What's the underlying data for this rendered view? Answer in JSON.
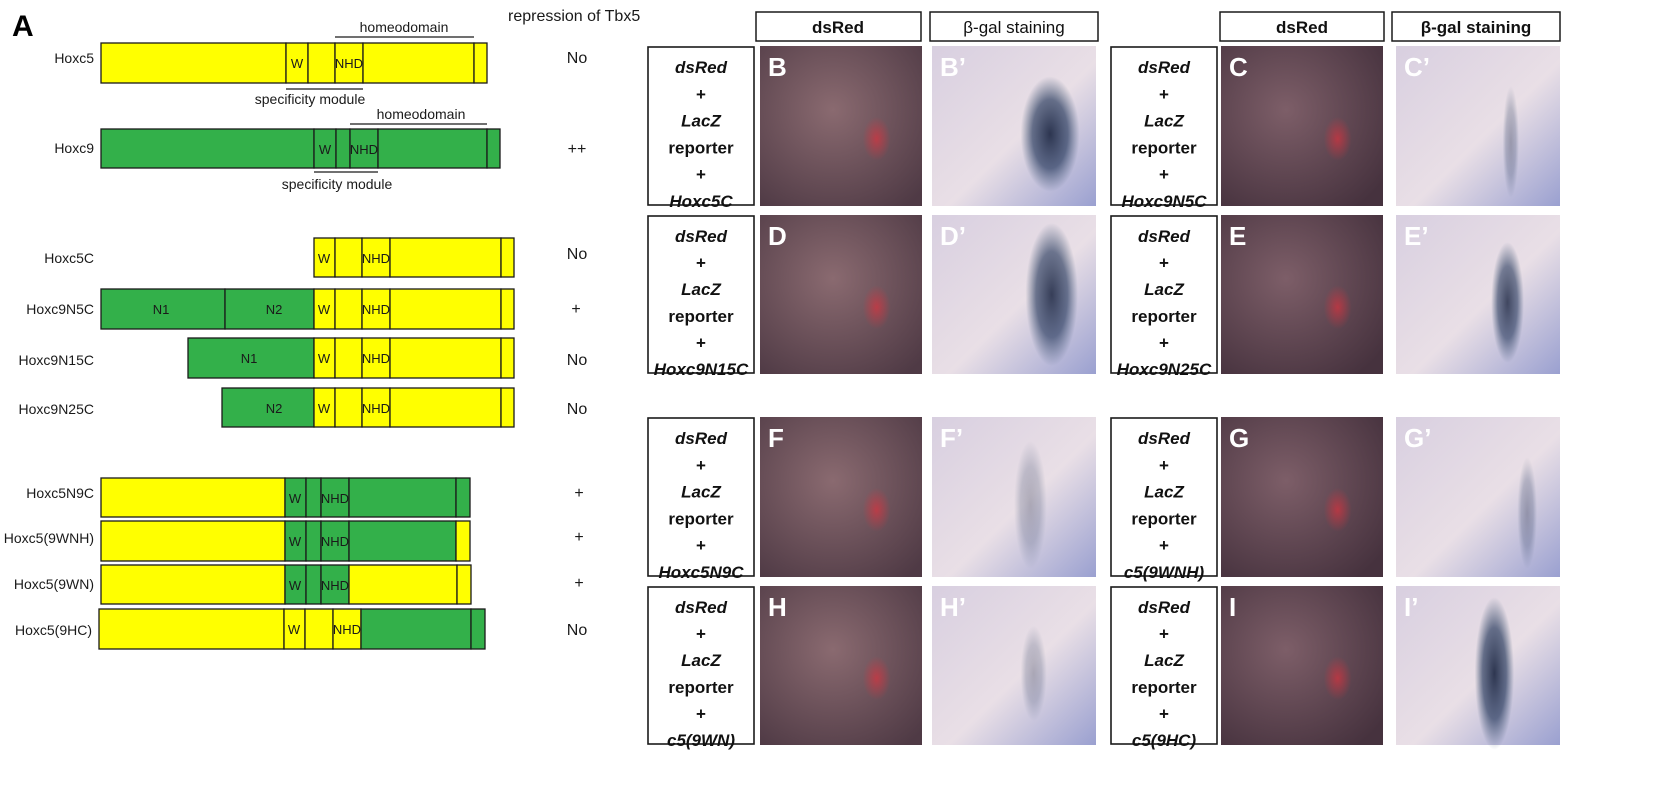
{
  "panel_a": {
    "letter": "A",
    "repression_header": "repression of Tbx5",
    "annotations": {
      "homeodomain": "homeodomain",
      "specificity_module": "specificity module"
    },
    "segment_labels": {
      "w": "W",
      "nhd": "NHD",
      "n1": "N1",
      "n2": "N2"
    },
    "constructs": [
      {
        "id": "Hoxc5",
        "label": "Hoxc5",
        "repression": "No"
      },
      {
        "id": "Hoxc9",
        "label": "Hoxc9",
        "repression": "++"
      },
      {
        "id": "Hoxc5C",
        "label": "Hoxc5C",
        "repression": "No"
      },
      {
        "id": "Hoxc9N5C",
        "label": "Hoxc9N5C",
        "repression": "+"
      },
      {
        "id": "Hoxc9N15C",
        "label": "Hoxc9N15C",
        "repression": "No"
      },
      {
        "id": "Hoxc9N25C",
        "label": "Hoxc9N25C",
        "repression": "No"
      },
      {
        "id": "Hoxc5N9C",
        "label": "Hoxc5N9C",
        "repression": "+"
      },
      {
        "id": "Hoxc5_9WNH",
        "label": "Hoxc5(9WNH)",
        "repression": "+"
      },
      {
        "id": "Hoxc5_9WN",
        "label": "Hoxc5(9WN)",
        "repression": "+"
      },
      {
        "id": "Hoxc5_9HC",
        "label": "Hoxc5(9HC)",
        "repression": "No"
      }
    ],
    "colors": {
      "hoxc5": "#ffff00",
      "hoxc9": "#33b04a"
    }
  },
  "panels_right": {
    "column_headers": {
      "dsred": "dsRed",
      "bgal": "β-gal staining"
    },
    "condition_lines": {
      "dsred": "dsRed",
      "plus": "+",
      "lacz": "LacZ",
      "reporter": "reporter"
    },
    "panels": [
      {
        "dsred_letter": "B",
        "bgal_letter": "B’",
        "construct": "Hoxc5C"
      },
      {
        "dsred_letter": "C",
        "bgal_letter": "C’",
        "construct": "Hoxc9N5C"
      },
      {
        "dsred_letter": "D",
        "bgal_letter": "D’",
        "construct": "Hoxc9N15C"
      },
      {
        "dsred_letter": "E",
        "bgal_letter": "E’",
        "construct": "Hoxc9N25C"
      },
      {
        "dsred_letter": "F",
        "bgal_letter": "F’",
        "construct": "Hoxc5N9C"
      },
      {
        "dsred_letter": "G",
        "bgal_letter": "G’",
        "construct": "c5(9WNH)"
      },
      {
        "dsred_letter": "H",
        "bgal_letter": "H’",
        "construct": "c5(9WN)"
      },
      {
        "dsred_letter": "I",
        "bgal_letter": "I’",
        "construct": "c5(9HC)"
      }
    ]
  }
}
